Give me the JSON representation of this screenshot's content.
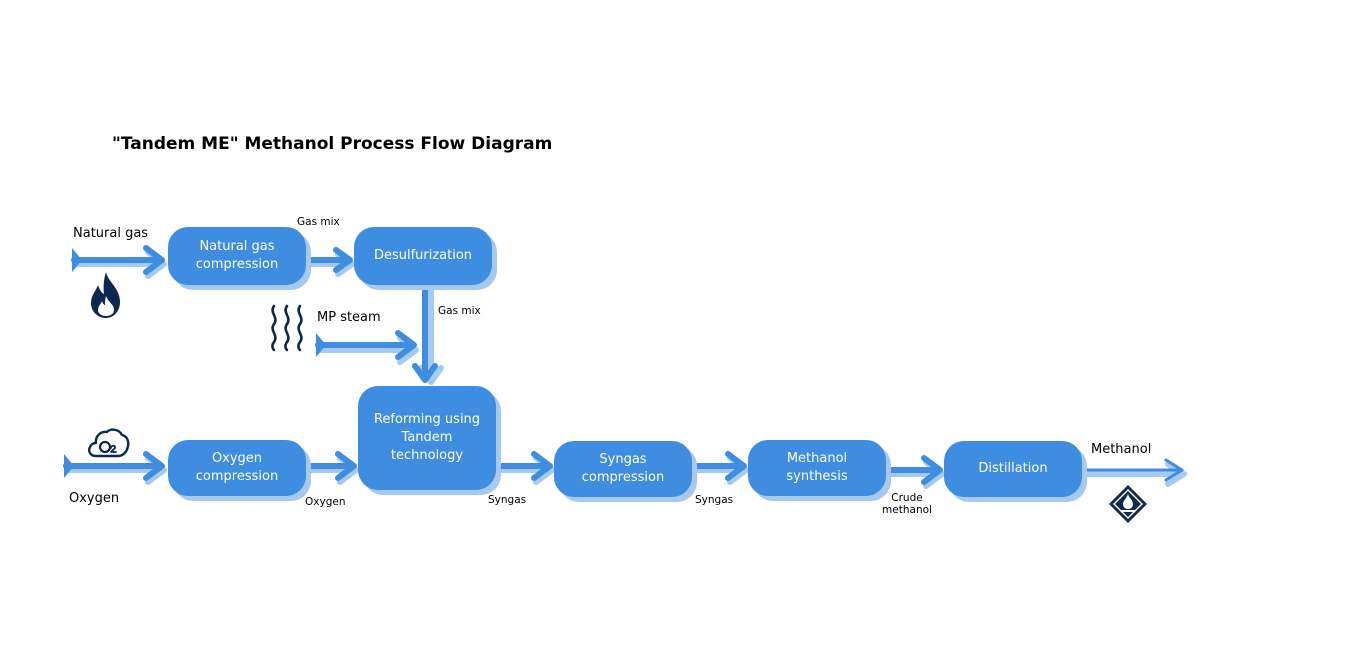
{
  "title": "\"Tandem ME\" Methanol Process Flow Diagram",
  "colors": {
    "box": "#3f8de0",
    "shadow": "#a6c9f2",
    "arrow": "#3f8de0",
    "icon": "#0d2850"
  },
  "nodes": {
    "natural_gas_compression": "Natural gas\ncompression",
    "desulfurization": "Desulfurization",
    "oxygen_compression": "Oxygen\ncompression",
    "reforming": "Reforming using\nTandem\ntechnology",
    "syngas_compression": "Syngas\ncompression",
    "methanol_synthesis": "Methanol\nsynthesis",
    "distillation": "Distillation"
  },
  "inputs": {
    "natural_gas": "Natural gas",
    "mp_steam": "MP steam",
    "oxygen": "Oxygen"
  },
  "output": {
    "methanol": "Methanol"
  },
  "stream_labels": {
    "gas_mix_top": "Gas mix",
    "gas_mix_vertical": "Gas mix",
    "oxygen": "Oxygen",
    "syngas_1": "Syngas",
    "syngas_2": "Syngas",
    "crude_methanol": "Crude\nmethanol"
  },
  "icons": [
    "flame-icon",
    "steam-icon",
    "oxygen-cloud-icon",
    "methanol-product-icon"
  ]
}
